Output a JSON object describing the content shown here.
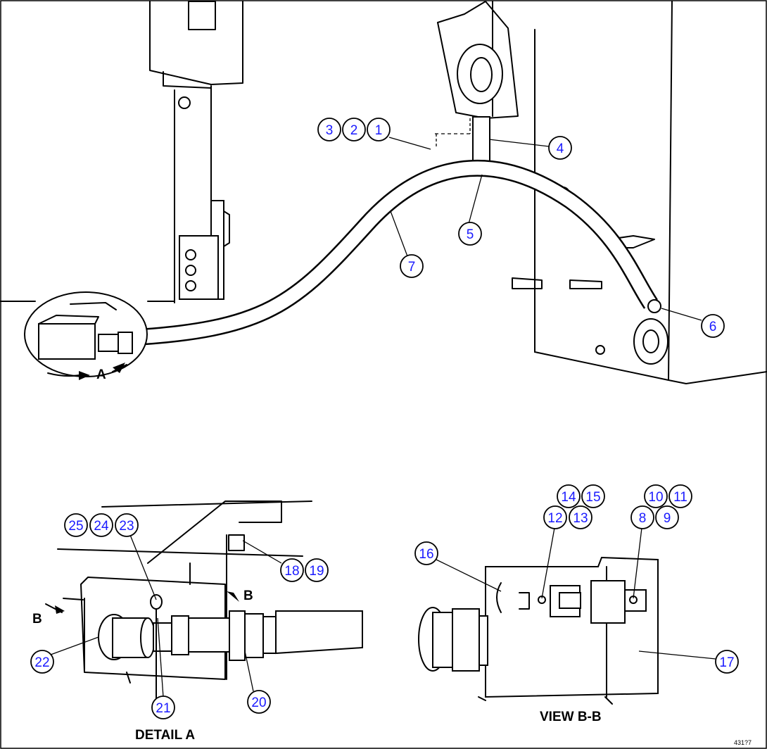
{
  "callouts": [
    "1",
    "2",
    "3",
    "4",
    "5",
    "6",
    "7",
    "8",
    "9",
    "10",
    "11",
    "12",
    "13",
    "14",
    "15",
    "16",
    "17",
    "18",
    "19",
    "20",
    "21",
    "22",
    "23",
    "24",
    "25"
  ],
  "labels": {
    "view_a": "A",
    "view_b_left": "B",
    "view_b_right": "B",
    "detail_a": "DETAIL A",
    "view_bb": "VIEW B-B"
  },
  "reference_number": "431?7"
}
